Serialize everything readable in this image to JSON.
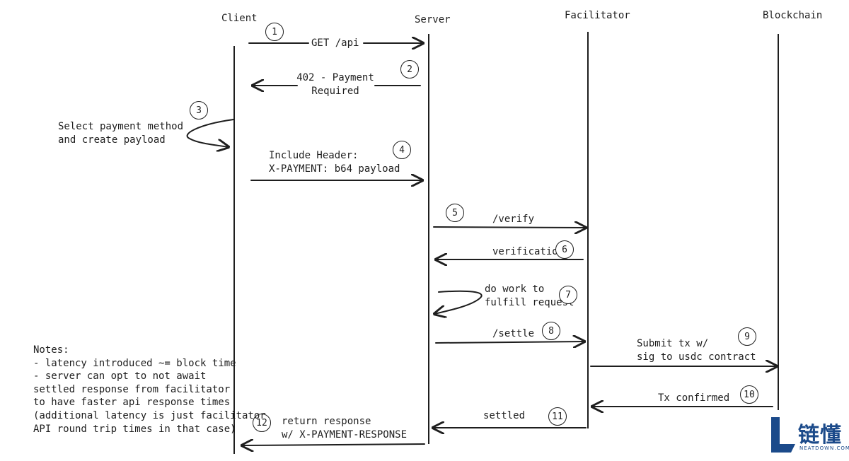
{
  "actors": [
    "Client",
    "Server",
    "Facilitator",
    "Blockchain"
  ],
  "messages": [
    {
      "step": "1",
      "text": [
        "GET /api"
      ]
    },
    {
      "step": "2",
      "text": [
        "402 - Payment",
        "Required"
      ]
    },
    {
      "step": "3",
      "text": [
        "Select payment method",
        "and create payload"
      ]
    },
    {
      "step": "4",
      "text": [
        "Include Header:",
        "X-PAYMENT: b64 payload"
      ]
    },
    {
      "step": "5",
      "text": [
        "/verify"
      ]
    },
    {
      "step": "6",
      "text": [
        "verification"
      ]
    },
    {
      "step": "7",
      "text": [
        "do work to",
        "fulfill request"
      ]
    },
    {
      "step": "8",
      "text": [
        "/settle"
      ]
    },
    {
      "step": "9",
      "text": [
        "Submit tx w/",
        "sig to usdc contract"
      ]
    },
    {
      "step": "10",
      "text": [
        "Tx confirmed"
      ]
    },
    {
      "step": "11",
      "text": [
        "settled"
      ]
    },
    {
      "step": "12",
      "text": [
        "return response",
        "w/ X-PAYMENT-RESPONSE"
      ]
    }
  ],
  "notes": [
    "Notes:",
    "- latency introduced ~= block time",
    "- server can opt to not await",
    "settled response from facilitator",
    "to have faster api response times",
    "(additional latency is just facilitator",
    "API round trip times in that case)"
  ],
  "watermark": {
    "text": "链懂",
    "sub": "NEATDOWN.COM",
    "color": "#1b4a8a"
  }
}
